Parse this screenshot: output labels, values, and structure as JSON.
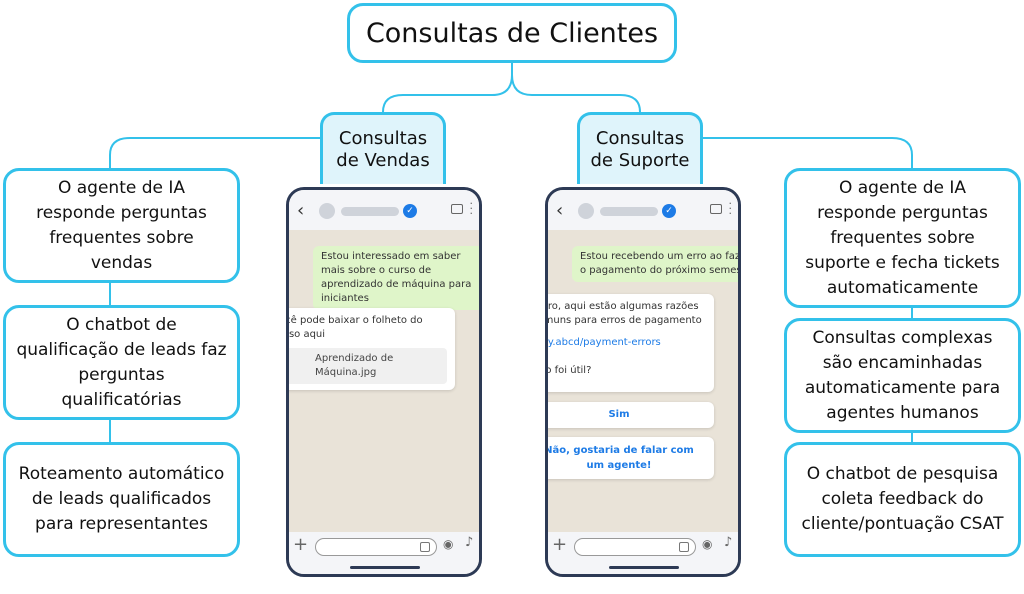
{
  "title": "Consultas de Clientes",
  "categories": {
    "sales": "Consultas\nde Vendas",
    "support": "Consultas\nde Suporte"
  },
  "left_boxes": [
    "O agente de IA responde perguntas frequentes sobre vendas",
    "O chatbot de qualificação de leads faz perguntas qualificatórias",
    "Roteamento automático de leads qualificados para representantes"
  ],
  "right_boxes": [
    "O agente de IA responde perguntas frequentes sobre suporte e fecha tickets automaticamente",
    "Consultas complexas são encaminhadas automaticamente para agentes humanos",
    "O chatbot de pesquisa coleta feedback do cliente/pontuação CSAT"
  ],
  "sales_chat": {
    "user_message": "Estou interessado em saber mais sobre o curso de aprendizado de máquina para iniciantes",
    "bot_message": "Você pode baixar o folheto do curso aqui",
    "file_name": "Aprendizado de Máquina.jpg"
  },
  "support_chat": {
    "user_message": "Estou recebendo um erro ao fazer o pagamento do próximo semestre",
    "bot_message": "Claro, aqui estão algumas razões comuns para erros de pagamento",
    "link": "bitly.abcd/payment-errors",
    "question": "Isso foi útil?",
    "button_yes": "Sim",
    "button_agent": "Não, gostaria de falar com um agente!"
  },
  "colors": {
    "accent": "#33c1ea",
    "category_fill": "#dff4fb",
    "phone_border": "#2d3a55",
    "chat_bg": "#e9e3d8",
    "outgoing_bubble": "#dff5c9",
    "link_blue": "#1d7be6"
  }
}
